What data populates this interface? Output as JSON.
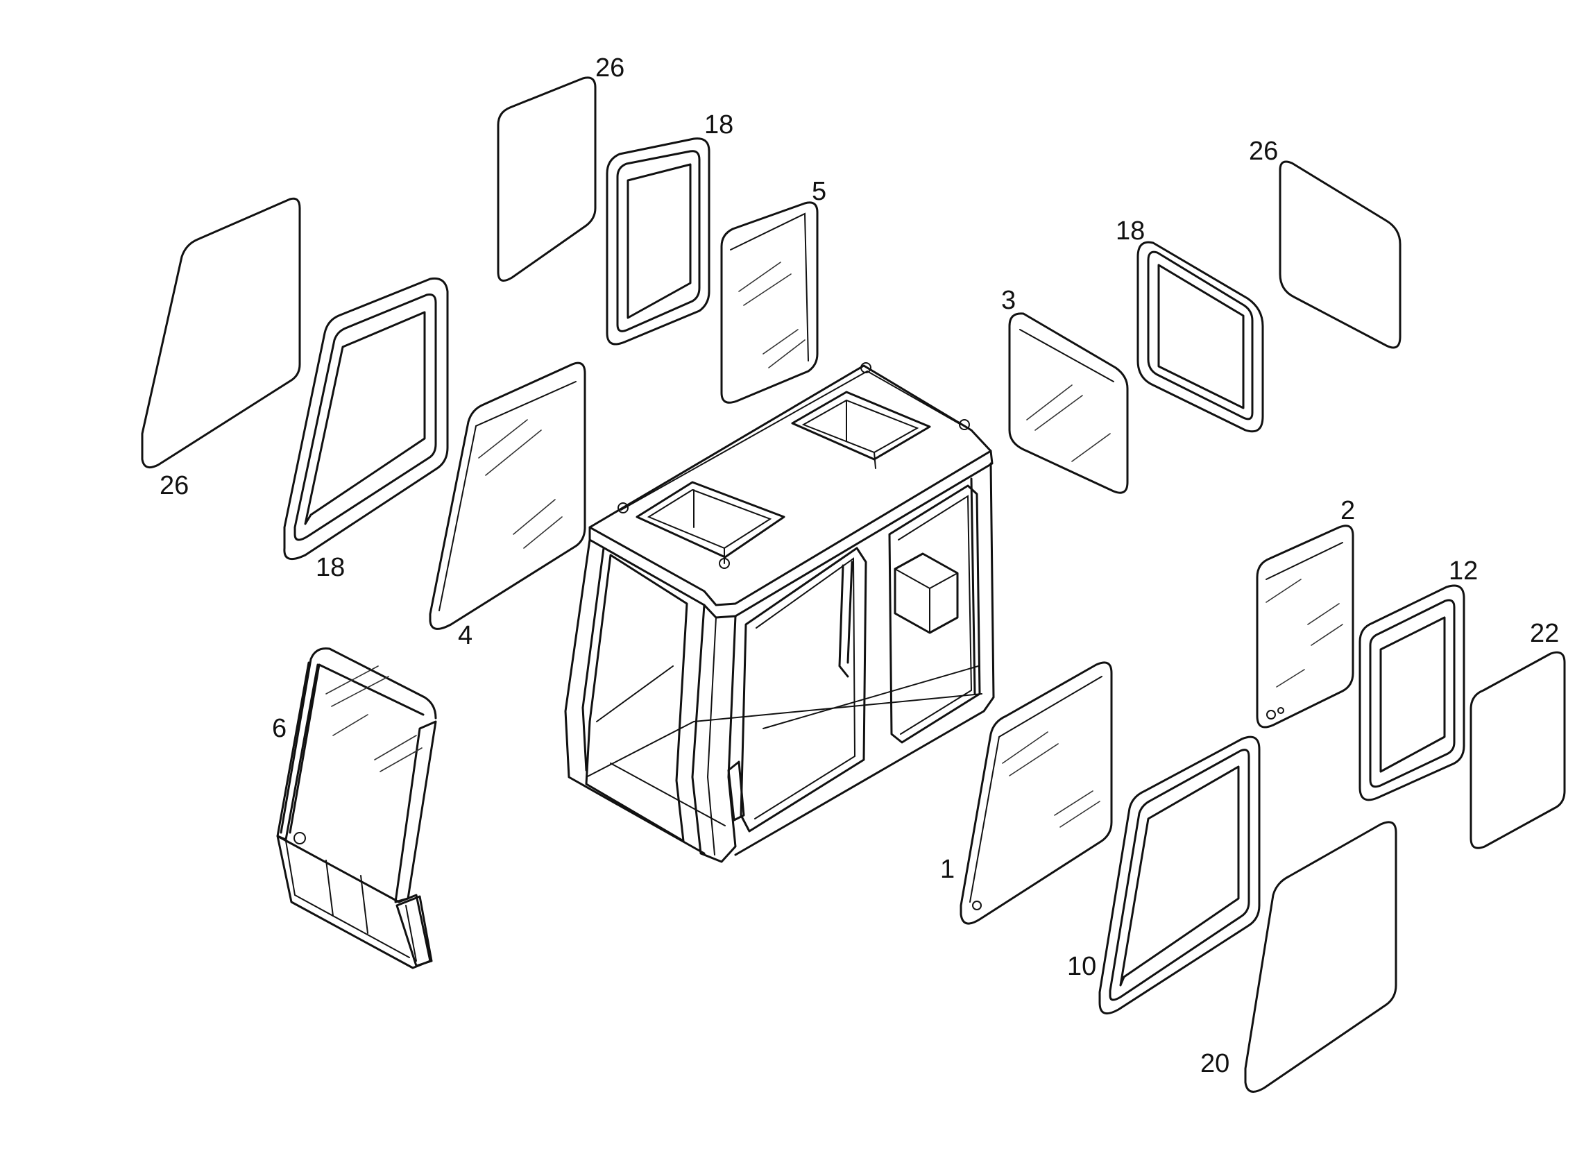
{
  "callouts": {
    "c26_top": "26",
    "c18_top": "18",
    "c5": "5",
    "c26_right": "26",
    "c18_right": "18",
    "c3": "3",
    "c26_left": "26",
    "c18_left": "18",
    "c4": "4",
    "c2": "2",
    "c12": "12",
    "c22": "22",
    "c6": "6",
    "c1": "1",
    "c10": "10",
    "c20": "20"
  }
}
